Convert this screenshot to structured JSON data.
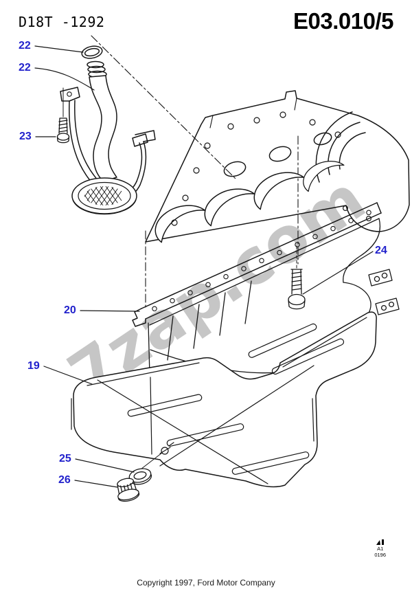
{
  "header": {
    "drawing_code": "D18T -1292",
    "page_code": "E03.010/5"
  },
  "watermark": {
    "text": "7zap.com"
  },
  "callouts": [
    {
      "id": "oring",
      "label": "22"
    },
    {
      "id": "pickup-tube",
      "label": "22"
    },
    {
      "id": "pickup-bolt",
      "label": "23"
    },
    {
      "id": "gasket",
      "label": "20"
    },
    {
      "id": "pan-bolt",
      "label": "24"
    },
    {
      "id": "oil-pan",
      "label": "19"
    },
    {
      "id": "drain-washer",
      "label": "25"
    },
    {
      "id": "drain-plug",
      "label": "26"
    }
  ],
  "footer": {
    "copyright": "Copyright 1997, Ford Motor Company",
    "plate_line1": "A1",
    "plate_line2": "0196"
  },
  "colors": {
    "callout_blue": "#2121cc",
    "line_black": "#161616",
    "watermark_gray": "#c6c6c6",
    "background": "#ffffff"
  }
}
